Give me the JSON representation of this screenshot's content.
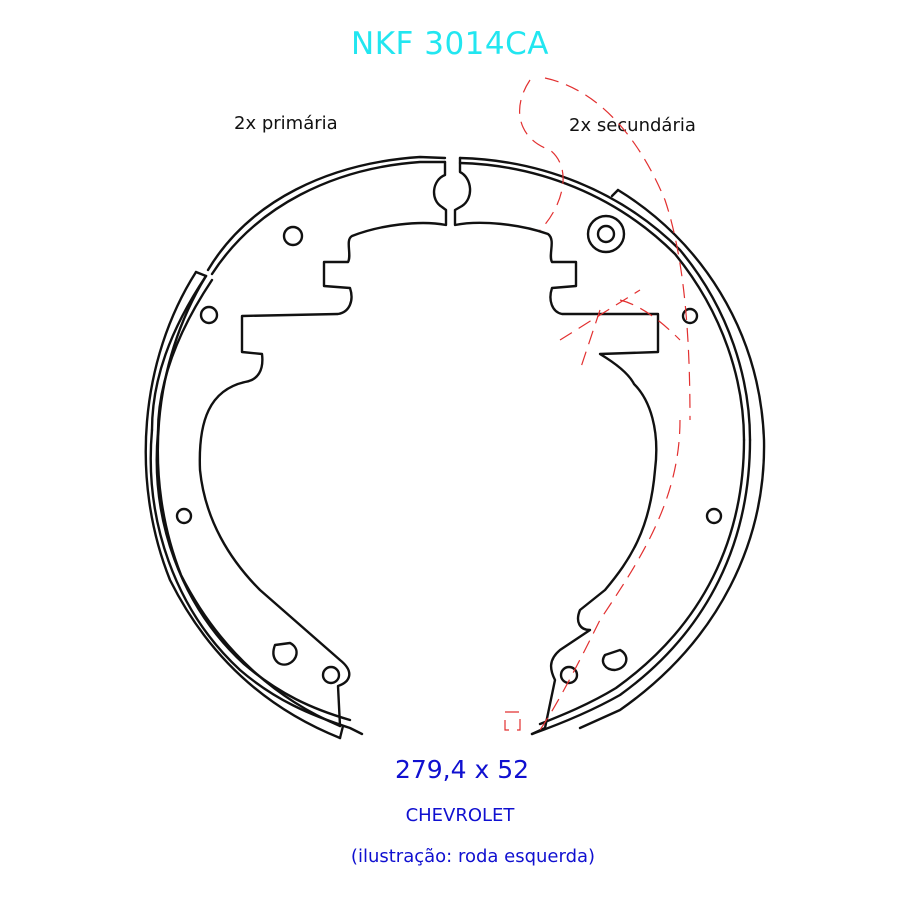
{
  "title": "NKF 3014CA",
  "labels": {
    "primary": "2x primária",
    "secondary": "2x secundária"
  },
  "dimensions": "279,4 x 52",
  "make": "CHEVROLET",
  "note": "(ilustração: roda esquerda)",
  "colors": {
    "title": "#22e6f0",
    "info_text": "#1010d0",
    "line_art": "#111111",
    "hidden_lines": "#e23030"
  }
}
